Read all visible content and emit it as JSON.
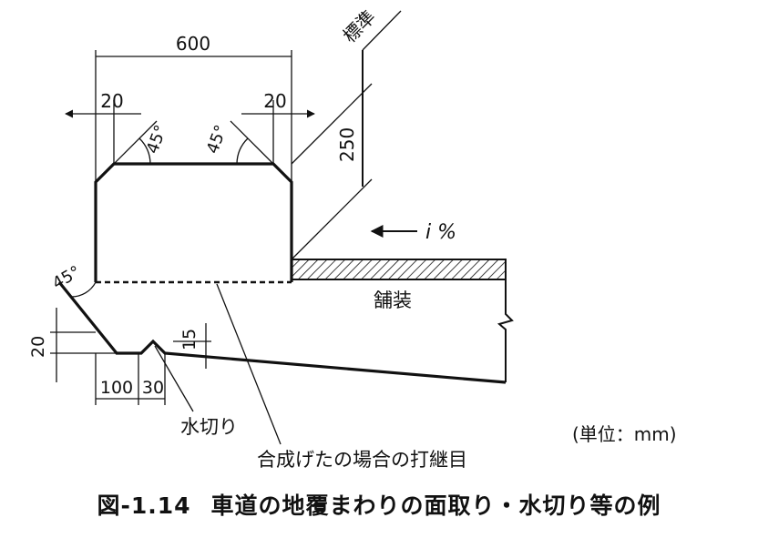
{
  "figure": {
    "number": "図-1.14",
    "title": "車道の地覆まわりの面取り・水切り等の例"
  },
  "labels": {
    "width_600": "600",
    "chamfer_left_20": "20",
    "chamfer_right_20": "20",
    "angle_left": "45°",
    "angle_right": "45°",
    "angle_bottom": "45°",
    "height_250": "250",
    "standard": "標準",
    "slope": "i %",
    "pavement": "舗装",
    "height_20": "20",
    "depth_15": "15",
    "width_100": "100",
    "width_30": "30",
    "drip": "水切り",
    "construction_joint": "合成げたの場合の打継目",
    "unit": "(単位：mm)"
  }
}
